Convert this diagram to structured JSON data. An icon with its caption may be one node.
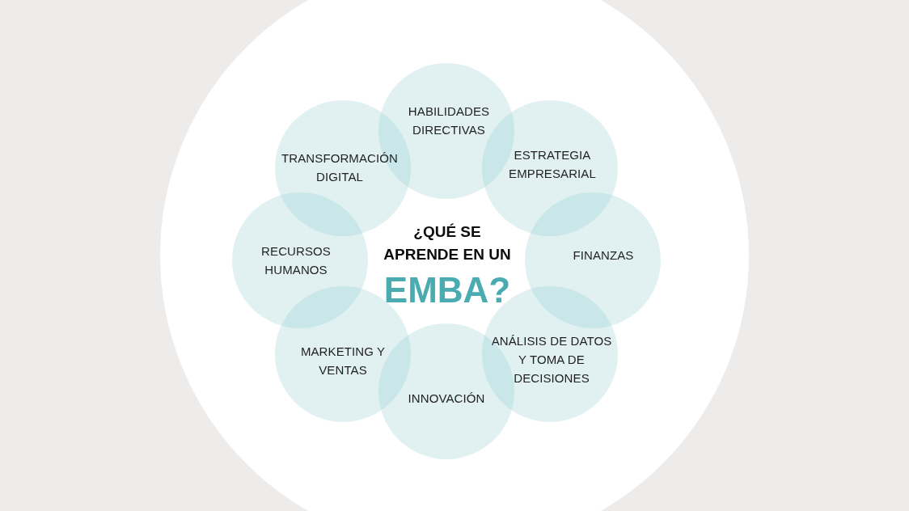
{
  "diagram": {
    "nodes": [
      {
        "text": [
          "¿QUÉ SE APRENDE EN UN",
          "EMBA?"
        ]
      },
      {
        "text": [
          "HABILIDADES DIRECTIVAS"
        ],
        "in": 0
      },
      {
        "text": [
          "ESTRATEGIA EMPRESARIAL"
        ],
        "in": 0
      },
      {
        "text": [
          "FINANZAS"
        ],
        "in": 0
      },
      {
        "text": [
          "ANÁLISIS DE DATOS Y TOMA DE DECISIONES"
        ],
        "in": 0
      },
      {
        "text": [
          "INNOVACIÓN"
        ],
        "in": 0
      },
      {
        "text": [
          "MARKETING Y VENTAS"
        ],
        "in": 0
      },
      {
        "text": [
          "RECURSOS HUMANOS"
        ],
        "in": 0
      },
      {
        "text": [
          "TRANSFORMACIÓN DIGITAL"
        ],
        "in": 0
      }
    ]
  }
}
